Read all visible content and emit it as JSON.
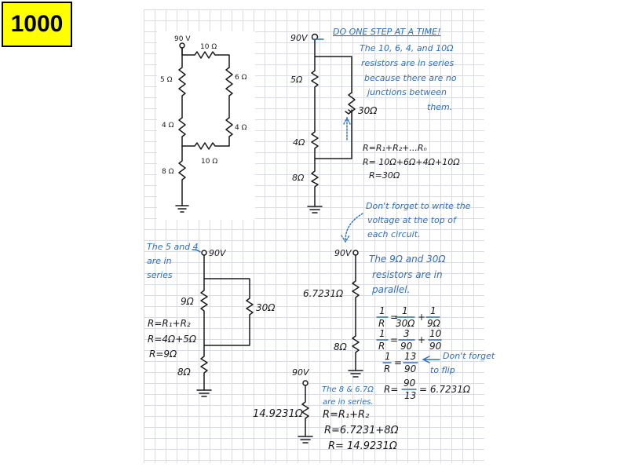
{
  "badge": {
    "text": "1000"
  },
  "printed_circuit": {
    "source": "90 V",
    "top_resistor": "10 Ω",
    "left_upper": "5 Ω",
    "left_lower": "4 Ω",
    "right_upper": "6 Ω",
    "right_lower": "4 Ω",
    "middle_resistor": "10 Ω",
    "bottom_resistor": "8 Ω"
  },
  "step1": {
    "source": "90V",
    "r_5": "5Ω",
    "r_4": "4Ω",
    "r_8": "8Ω",
    "r_30": "30Ω",
    "note_title": "DO ONE STEP AT A TIME!",
    "note_lines": [
      "The 10, 6, 4, and 10Ω",
      "resistors are in series",
      "because there are no",
      "junctions between",
      "them."
    ],
    "formula_lines": [
      "R=R₁+R₂+...Rₙ",
      "R= 10Ω+6Ω+4Ω+10Ω",
      "R=30Ω"
    ]
  },
  "reminder": {
    "lines": [
      "Don't forget to write the",
      "voltage at the top of",
      "each circuit."
    ]
  },
  "step2": {
    "note_lines": [
      "The 5 and 4",
      "are in",
      "series"
    ],
    "source": "90V",
    "r_9": "9Ω",
    "r_30": "30Ω",
    "r_8": "8Ω",
    "formula_lines": [
      "R=R₁+R₂",
      "R=4Ω+5Ω",
      "R=9Ω"
    ]
  },
  "step3": {
    "source": "90V",
    "r_equiv": "6.7231Ω",
    "r_8": "8Ω",
    "note_lines": [
      "The 9Ω and 30Ω",
      "resistors are in",
      "parallel."
    ],
    "eq1": {
      "lhs_num": "1",
      "lhs_den": "R",
      "a_num": "1",
      "a_den": "30Ω",
      "b_num": "1",
      "b_den": "9Ω"
    },
    "eq2": {
      "lhs_num": "1",
      "lhs_den": "R",
      "a_num": "3",
      "a_den": "90",
      "b_num": "10",
      "b_den": "90"
    },
    "eq3": {
      "lhs_num": "1",
      "lhs_den": "R",
      "a_num": "13",
      "a_den": "90"
    },
    "flip_note": [
      "Don't forget",
      "to flip"
    ],
    "eq4": {
      "lhs": "R=",
      "num": "90",
      "den": "13",
      "result": "= 6.7231Ω"
    }
  },
  "step4": {
    "source": "90V",
    "r_total": "14.9231Ω",
    "note_lines": [
      "The 8 & 6.7Ω",
      "are in series."
    ],
    "formula_lines": [
      "R=R₁+R₂",
      "R=6.7231+8Ω",
      "R= 14.9231Ω"
    ]
  },
  "colors": {
    "ink": "#1a1a1a",
    "blue": "#2f6fc0",
    "grid": "#d9dde3",
    "badge": "#ffff00"
  }
}
